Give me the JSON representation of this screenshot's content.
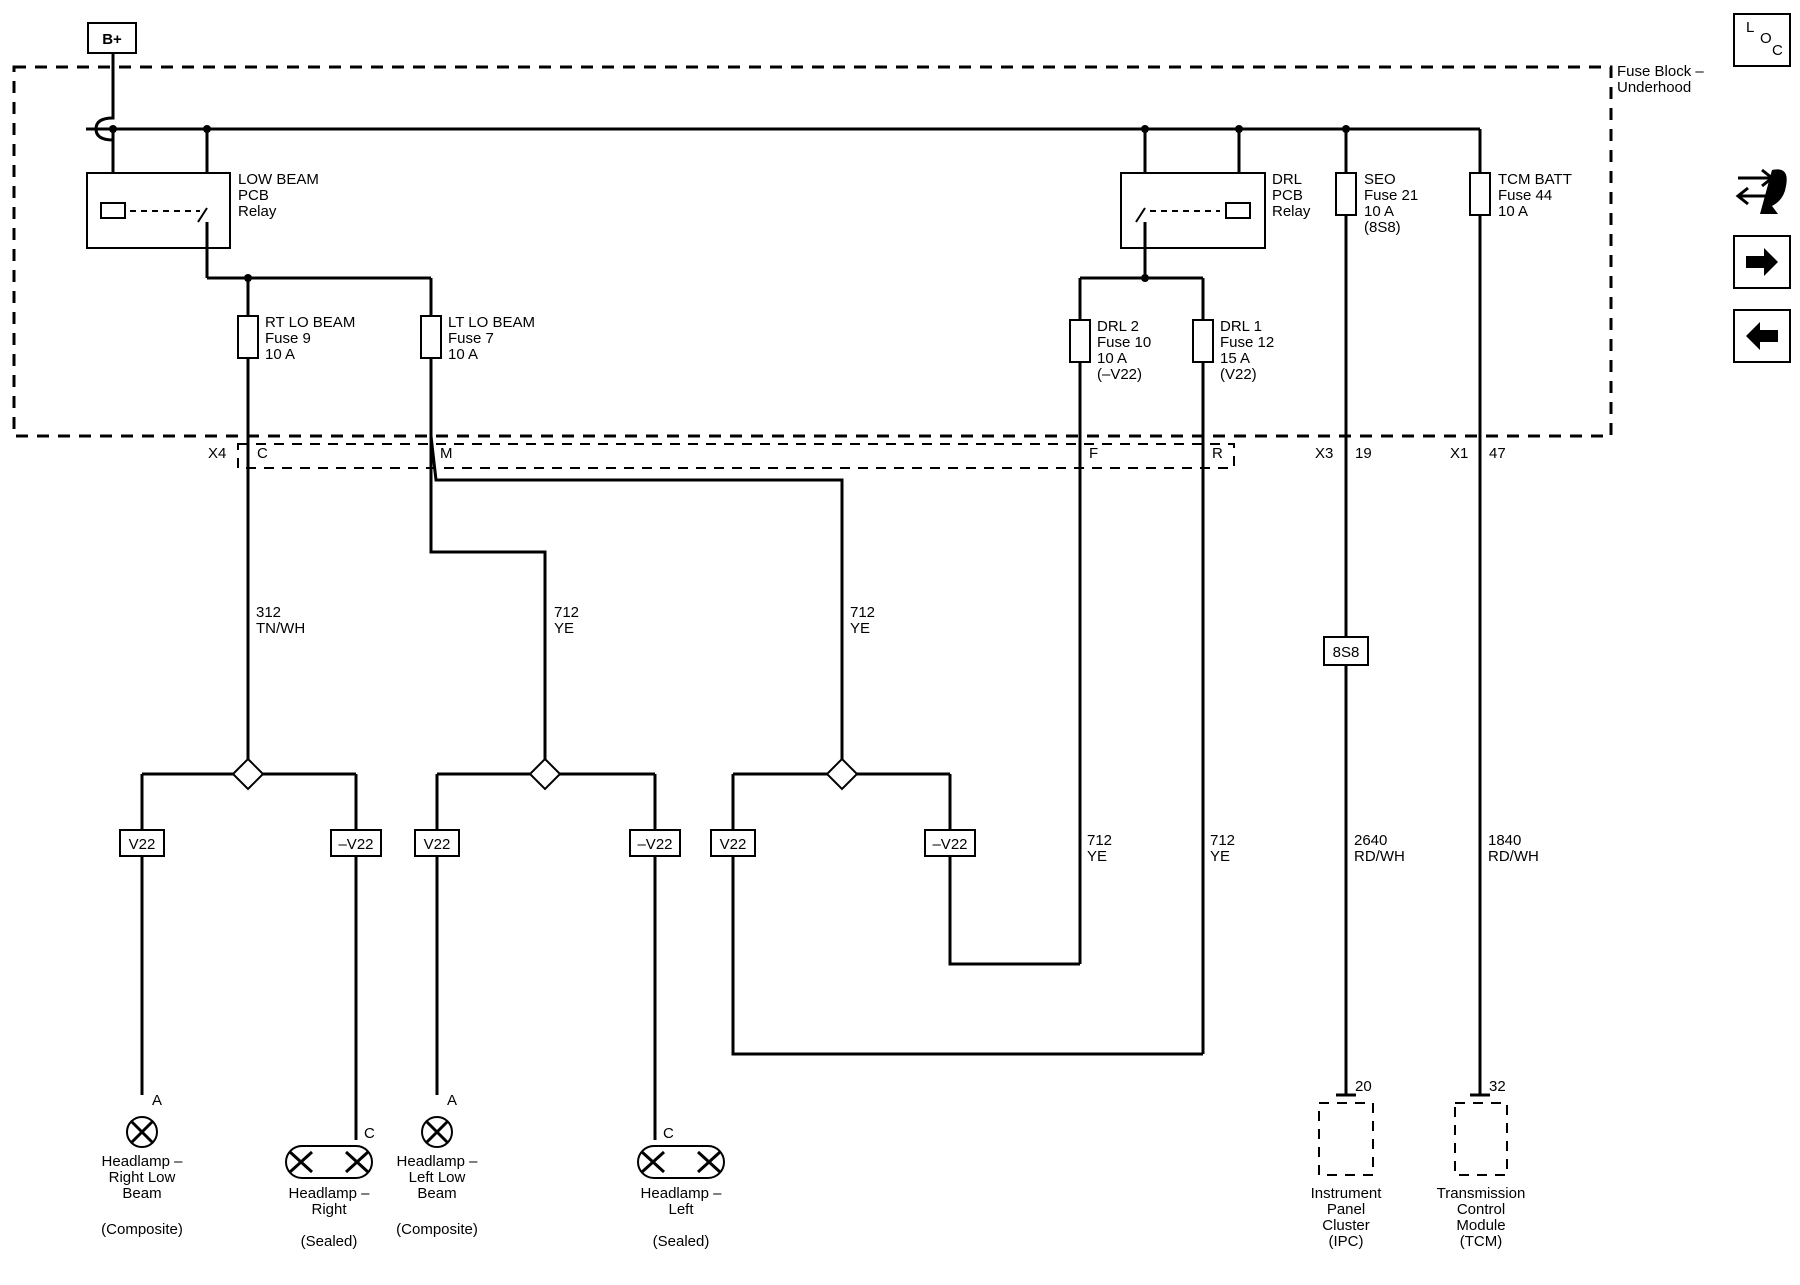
{
  "supply": {
    "label": "B+"
  },
  "fuse_block": {
    "title": "Fuse Block –",
    "subtitle": "Underhood"
  },
  "nav": {
    "loc_l": "L",
    "loc_o": "O",
    "loc_c": "C",
    "icons": [
      "connector-swap-icon",
      "arrow-right-icon",
      "arrow-left-icon"
    ]
  },
  "relays": {
    "low_beam": [
      "LOW BEAM",
      "PCB",
      "Relay"
    ],
    "drl": [
      "DRL",
      "PCB",
      "Relay"
    ]
  },
  "fuses": {
    "seo": [
      "SEO",
      "Fuse 21",
      "10 A",
      "(8S8)"
    ],
    "tcm_batt": [
      "TCM BATT",
      "Fuse 44",
      "10 A"
    ],
    "rt_lo": [
      "RT LO BEAM",
      "Fuse 9",
      "10 A"
    ],
    "lt_lo": [
      "LT LO BEAM",
      "Fuse 7",
      "10 A"
    ],
    "drl2": [
      "DRL 2",
      "Fuse 10",
      "10 A",
      "(–V22)"
    ],
    "drl1": [
      "DRL 1",
      "Fuse 12",
      "15 A",
      "(V22)"
    ]
  },
  "connectors": {
    "x4": "X4",
    "x4_c": "C",
    "x4_m": "M",
    "x4_f": "F",
    "x4_r": "R",
    "x3": "X3",
    "x3_pin": "19",
    "x1": "X1",
    "x1_pin": "47"
  },
  "wires": {
    "w312": [
      "312",
      "TN/WH"
    ],
    "w712a": [
      "712",
      "YE"
    ],
    "w712b": [
      "712",
      "YE"
    ],
    "w712c": [
      "712",
      "YE"
    ],
    "w712d": [
      "712",
      "YE"
    ],
    "w2640": [
      "2640",
      "RD/WH"
    ],
    "w1840": [
      "1840",
      "RD/WH"
    ]
  },
  "options": {
    "v22": "V22",
    "nv22": "–V22",
    "s8s8": "8S8"
  },
  "loads": {
    "hl_right_low": {
      "pin": "A",
      "name": [
        "Headlamp –",
        "Right Low",
        "Beam"
      ],
      "type": "(Composite)"
    },
    "hl_right": {
      "pin": "C",
      "name": [
        "Headlamp –",
        "Right"
      ],
      "type": "(Sealed)"
    },
    "hl_left_low": {
      "pin": "A",
      "name": [
        "Headlamp –",
        "Left Low",
        "Beam"
      ],
      "type": "(Composite)"
    },
    "hl_left": {
      "pin": "C",
      "name": [
        "Headlamp –",
        "Left"
      ],
      "type": "(Sealed)"
    },
    "ipc": {
      "pin": "20",
      "name": [
        "Instrument",
        "Panel",
        "Cluster",
        "(IPC)"
      ]
    },
    "tcm": {
      "pin": "32",
      "name": [
        "Transmission",
        "Control",
        "Module",
        "(TCM)"
      ]
    }
  }
}
